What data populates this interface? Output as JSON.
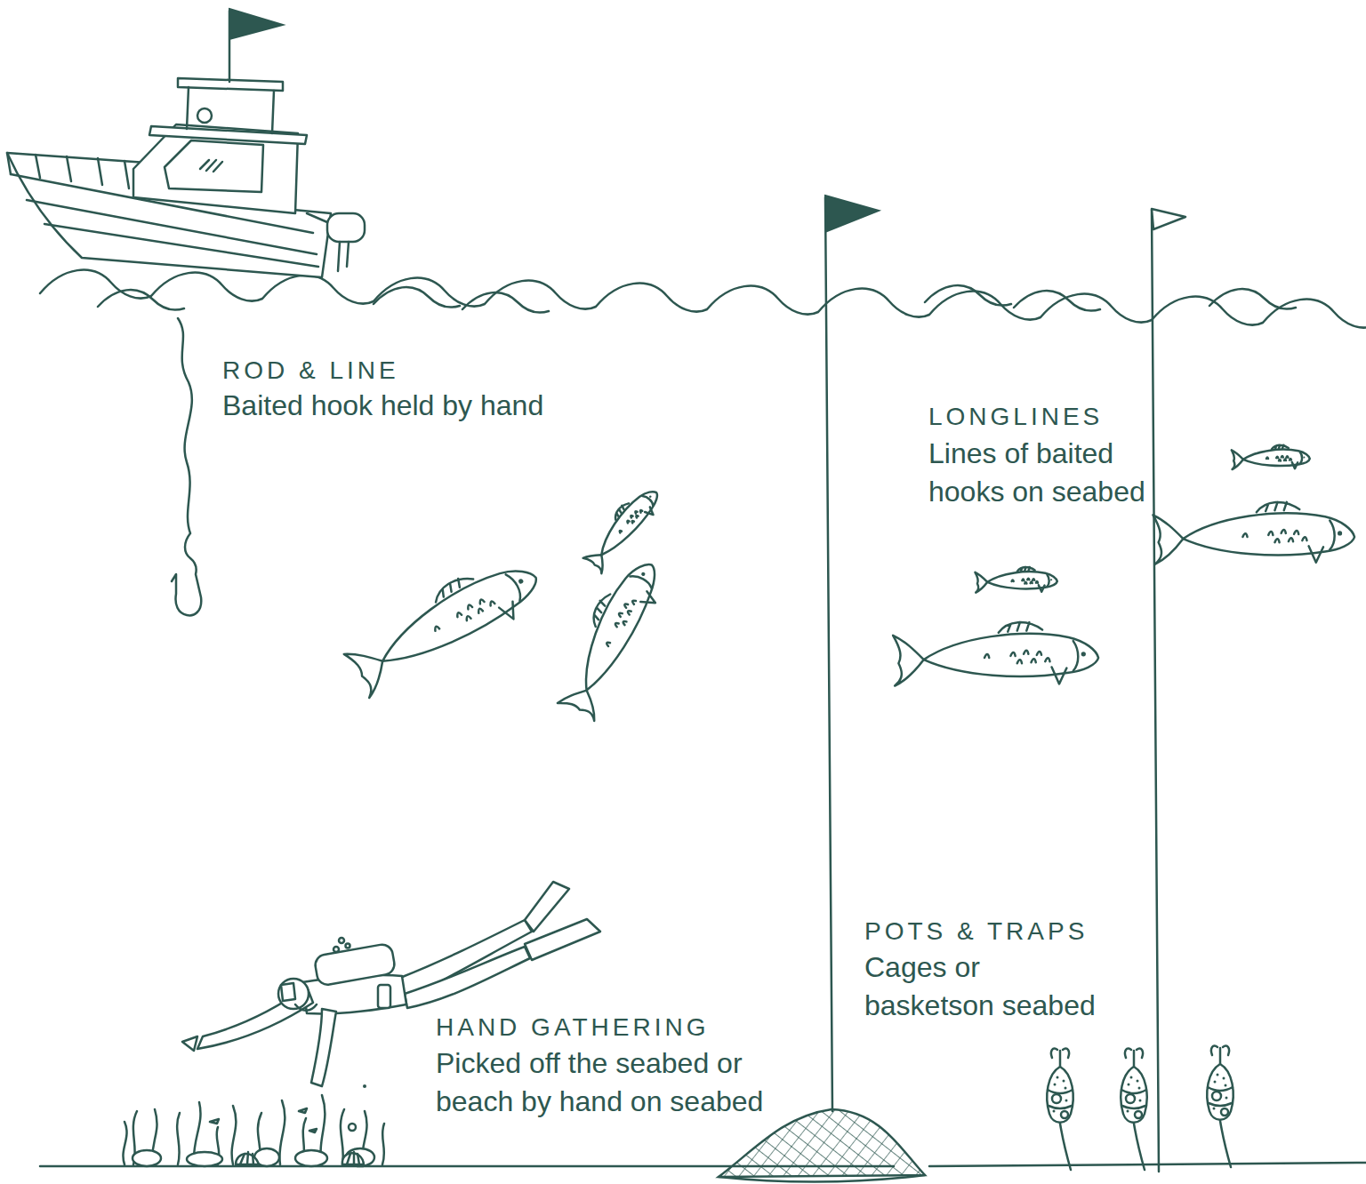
{
  "diagram": {
    "labels": [
      "ROD & LINE",
      "Baited hook held by hand",
      "LONGLINES",
      "Lines of baited hooks on seabed",
      "POTS & TRAPS",
      "Cages or basketson seabed",
      "HAND GATHERING",
      "Picked off the seabed or beach by hand on seabed"
    ]
  }
}
